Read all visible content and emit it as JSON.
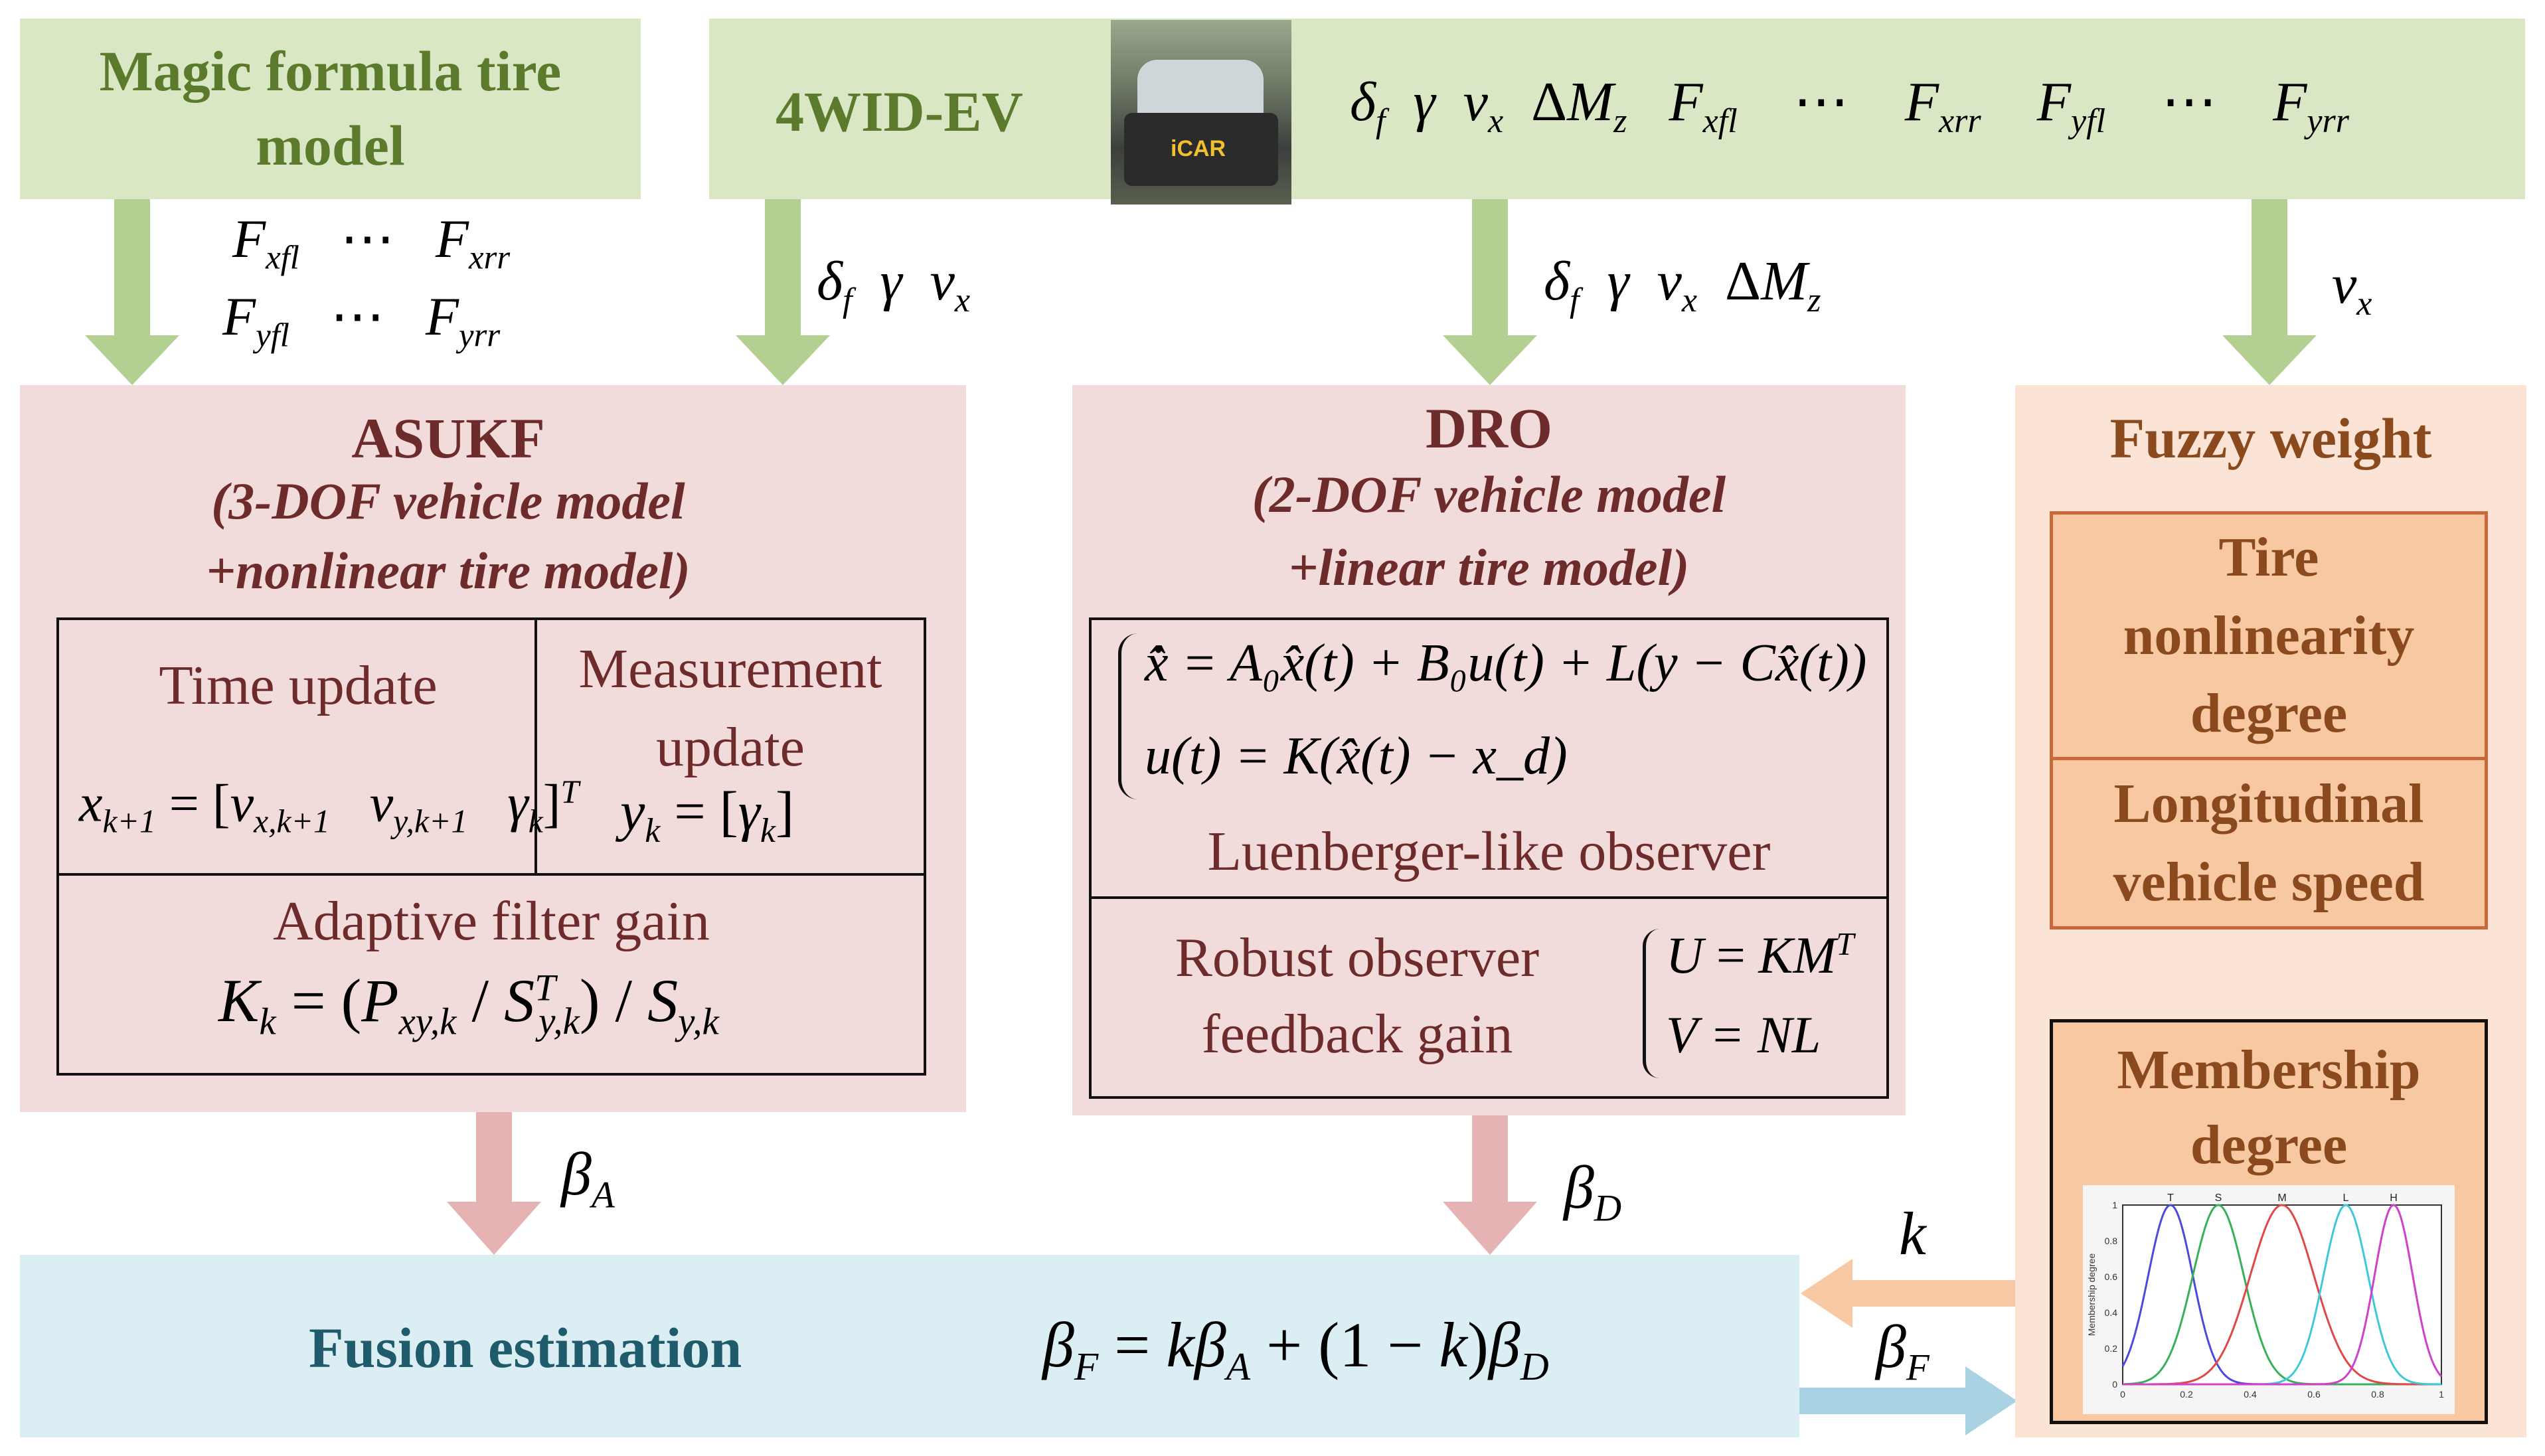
{
  "mf_box": {
    "title": "Magic formula tire model"
  },
  "ev_box": {
    "title": "4WID-EV",
    "signals": [
      "δ_f",
      "γ",
      "v_x",
      "ΔM_z",
      "F_xfl",
      "⋯",
      "F_xrr",
      "F_yfl",
      "⋯",
      "F_yrr"
    ],
    "photo_text": "iCAR"
  },
  "arrow_labels": {
    "mf_forces": [
      "F_xfl",
      "⋯",
      "F_xrr",
      "F_yfl",
      "⋯",
      "F_yrr"
    ],
    "asukf_in": "δ_f  γ  v_x",
    "dro_in": "δ_f  γ  v_x  ΔM_z",
    "fuzzy_in": "v_x",
    "beta_a": "β_A",
    "beta_d": "β_D",
    "k": "k",
    "beta_f": "β_F"
  },
  "asukf": {
    "title": "ASUKF",
    "subtitle_line1": "(3-DOF vehicle model",
    "subtitle_line2": "+nonlinear tire model)",
    "time_update": "Time update",
    "time_eq": "x_{k+1} = [v_{x,k+1}  v_{y,k+1}  γ_k]^T",
    "measurement_update": "Measurement update",
    "measurement_eq": "y_k = [γ_k]",
    "gain_title": "Adaptive filter gain",
    "gain_eq": "K_k = (P_{xy,k} / S^T_{y,k}) / S_{y,k}"
  },
  "dro": {
    "title": "DRO",
    "subtitle_line1": "(2-DOF vehicle model",
    "subtitle_line2": "+linear tire model)",
    "eq1": "x̂̇ = A₀x̂(t) + B₀u(t) + L(y − Cx̂(t))",
    "eq2": "u(t) = K(x̂(t) − x_d)",
    "observer_label": "Luenberger-like observer",
    "gain_line1": "Robust observer",
    "gain_line2": "feedback gain",
    "gain_eq1": "U = KM^T",
    "gain_eq2": "V = NL"
  },
  "fuzzy": {
    "title": "Fuzzy weight",
    "tire_label": "Tire nonlinearity degree",
    "speed_label": "Longitudinal vehicle speed",
    "membership_label": "Membership degree"
  },
  "fusion": {
    "title": "Fusion estimation",
    "eq": "β_F = kβ_A + (1 − k)β_D"
  },
  "chart_data": {
    "type": "line",
    "title": "",
    "xlabel": "",
    "ylabel": "Membership degree",
    "xlim": [
      0,
      1
    ],
    "ylim": [
      0,
      1
    ],
    "x_ticks": [
      "0",
      "0.2",
      "0.4",
      "0.6",
      "0.8",
      "1"
    ],
    "y_ticks": [
      "0",
      "0.2",
      "0.4",
      "0.6",
      "0.8",
      "1"
    ],
    "series": [
      {
        "name": "T",
        "center": 0.15,
        "width": 0.07,
        "color": "#4a4ae0"
      },
      {
        "name": "S",
        "center": 0.3,
        "width": 0.08,
        "color": "#38b05a"
      },
      {
        "name": "M",
        "center": 0.5,
        "width": 0.1,
        "color": "#e04848"
      },
      {
        "name": "L",
        "center": 0.7,
        "width": 0.07,
        "color": "#3ec8d8"
      },
      {
        "name": "H",
        "center": 0.85,
        "width": 0.06,
        "color": "#d040c8"
      }
    ]
  },
  "colors": {
    "green_box": "#d9e7c4",
    "green_arrow": "#b4cf92",
    "pink_box": "#f2dcdb",
    "pink_arrow": "#e5b3b3",
    "peach_box": "#fbe4d5",
    "orange_box": "#f8c8a3",
    "orange_arrow": "#f6c9a4",
    "blue_box": "#daeef3",
    "blue_arrow": "#a9d3e3"
  }
}
